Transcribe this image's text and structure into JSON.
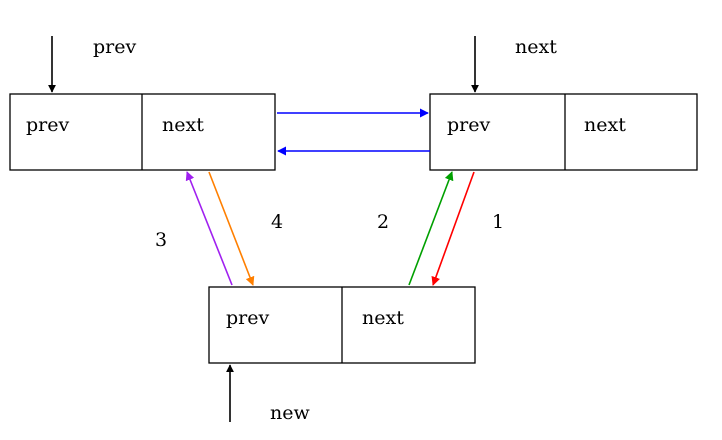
{
  "pointers": {
    "prev_label": "prev",
    "next_label": "next",
    "new_label": "new"
  },
  "nodes": {
    "left": {
      "prev_field": "prev",
      "next_field": "next"
    },
    "right": {
      "prev_field": "prev",
      "next_field": "next"
    },
    "new": {
      "prev_field": "prev",
      "next_field": "next"
    }
  },
  "steps": {
    "step1": "1",
    "step2": "2",
    "step3": "3",
    "step4": "4"
  },
  "colors": {
    "link_forward": "#0000ff",
    "link_backward": "#0000ff",
    "step1": "#ff0000",
    "step2": "#00a000",
    "step3": "#a020f0",
    "step4": "#ff7f00",
    "pointer": "#000000"
  }
}
